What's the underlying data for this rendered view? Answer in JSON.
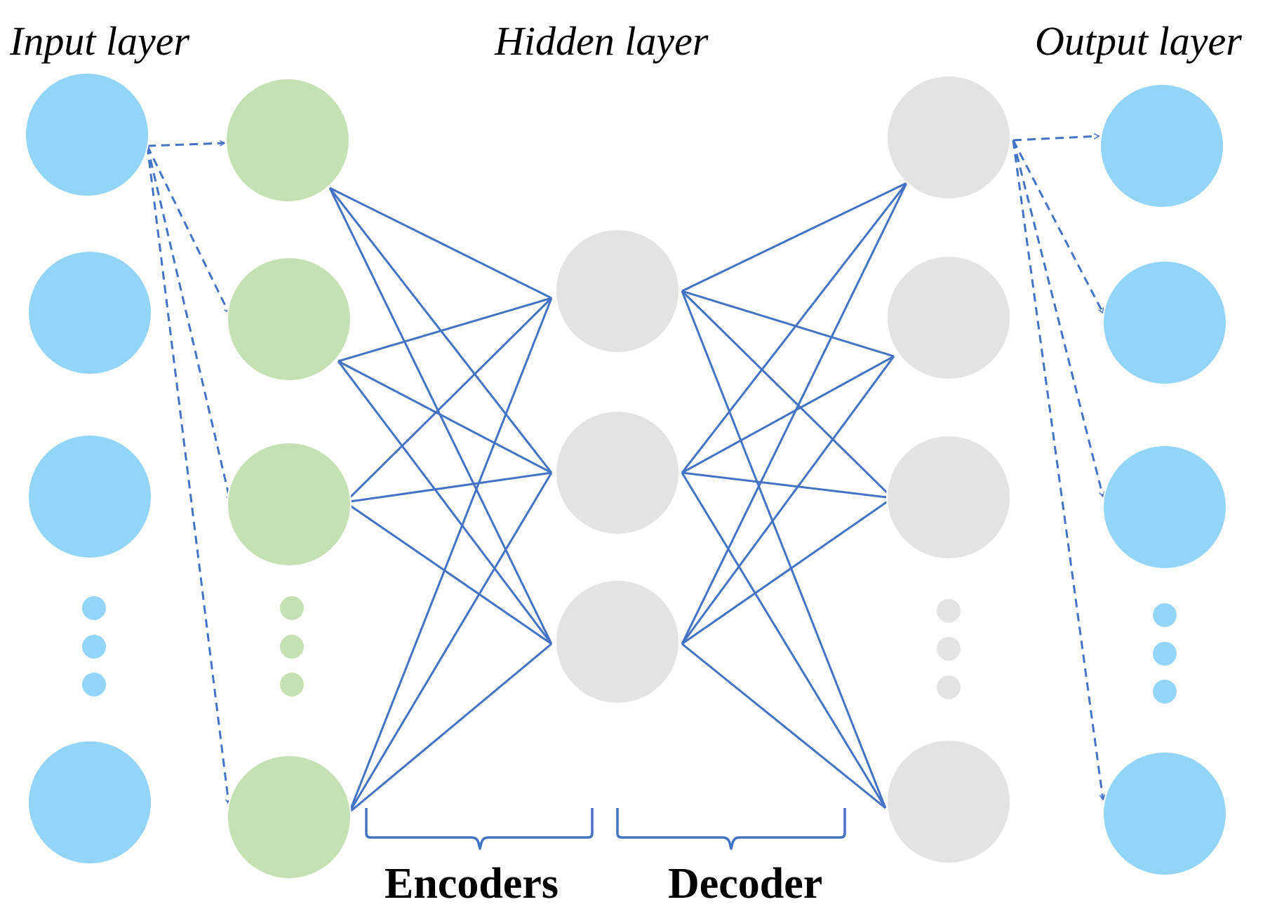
{
  "labels": {
    "input_layer": "Input layer",
    "hidden_layer": "Hidden layer",
    "output_layer": "Output layer",
    "encoders": "Encoders",
    "decoder": "Decoder"
  },
  "colors": {
    "input_node": "#93d5f8",
    "encoder_node": "#c5e0b4",
    "hidden_node": "#e3e3e3",
    "decoder_node": "#e3e3e3",
    "output_node": "#93d5f8",
    "connection": "#4472c4"
  },
  "layers": [
    {
      "id": "input",
      "nodes": 4,
      "ellipsis": true
    },
    {
      "id": "encoder",
      "nodes": 4,
      "ellipsis": true
    },
    {
      "id": "hidden",
      "nodes": 3,
      "ellipsis": false
    },
    {
      "id": "decoder",
      "nodes": 4,
      "ellipsis": true
    },
    {
      "id": "output",
      "nodes": 4,
      "ellipsis": true
    }
  ]
}
